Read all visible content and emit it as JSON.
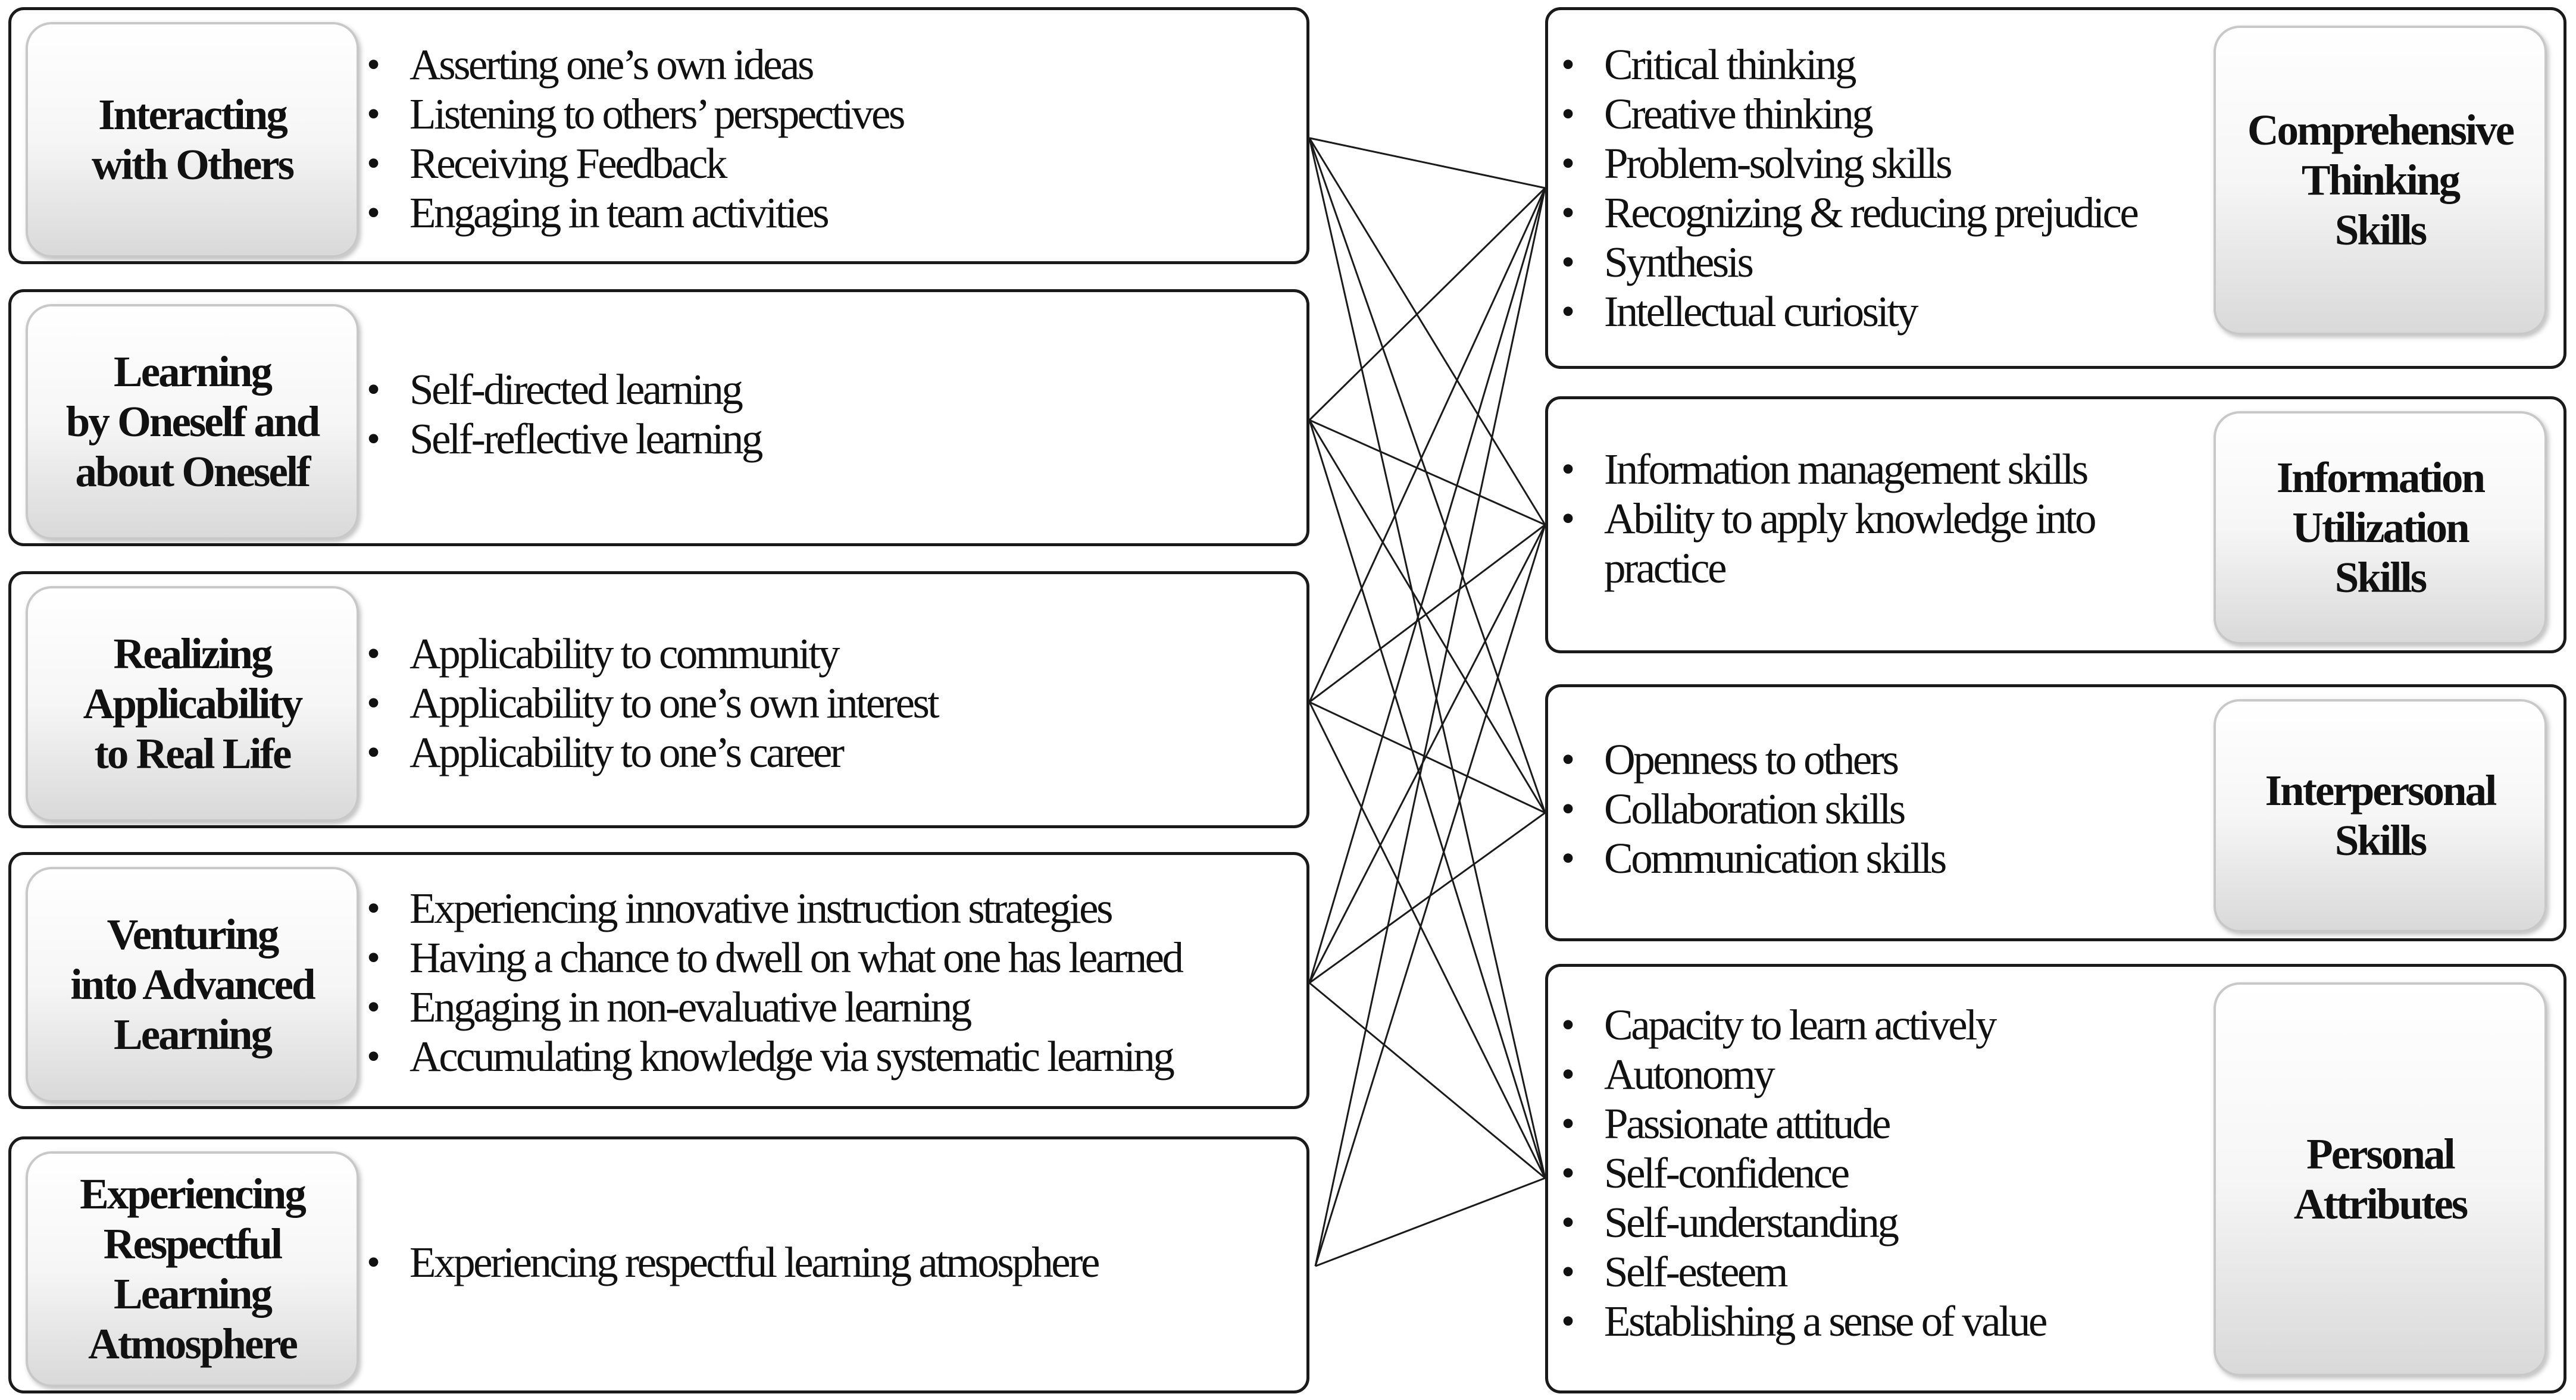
{
  "left": [
    {
      "category": "Interacting\nwith Others",
      "items": [
        "Asserting one’s own ideas",
        "Listening to others’ perspectives",
        "Receiving Feedback",
        "Engaging in team activities"
      ]
    },
    {
      "category": "Learning\nby Oneself and\nabout Oneself",
      "items": [
        "Self-directed learning",
        "Self-reflective learning"
      ]
    },
    {
      "category": "Realizing\nApplicability\nto Real Life",
      "items": [
        "Applicability to community",
        "Applicability to one’s own interest",
        "Applicability to one’s career"
      ]
    },
    {
      "category": "Venturing\ninto Advanced\nLearning",
      "items": [
        "Experiencing innovative instruction strategies",
        "Having a chance to dwell on what one has learned",
        "Engaging in non-evaluative learning",
        "Accumulating knowledge via systematic learning"
      ]
    },
    {
      "category": "Experiencing\nRespectful\nLearning\nAtmosphere",
      "items": [
        "Experiencing respectful learning atmosphere"
      ]
    }
  ],
  "right": [
    {
      "category": "Comprehensive\nThinking\nSkills",
      "items": [
        "Critical thinking",
        "Creative thinking",
        "Problem-solving skills",
        "Recognizing & reducing prejudice",
        "Synthesis",
        "Intellectual curiosity"
      ]
    },
    {
      "category": "Information\nUtilization\nSkills",
      "items": [
        "Information management skills",
        "Ability to apply knowledge into practice"
      ]
    },
    {
      "category": "Interpersonal\nSkills",
      "items": [
        "Openness to others",
        "Collaboration skills",
        "Communication skills"
      ]
    },
    {
      "category": "Personal\nAttributes",
      "items": [
        "Capacity to learn actively",
        "Autonomy",
        "Passionate attitude",
        "Self-confidence",
        "Self-understanding",
        "Self-esteem",
        "Establishing a sense of value"
      ]
    }
  ],
  "links": [
    [
      0,
      0
    ],
    [
      0,
      1
    ],
    [
      0,
      2
    ],
    [
      0,
      3
    ],
    [
      1,
      0
    ],
    [
      1,
      1
    ],
    [
      1,
      2
    ],
    [
      1,
      3
    ],
    [
      2,
      0
    ],
    [
      2,
      1
    ],
    [
      2,
      2
    ],
    [
      2,
      3
    ],
    [
      3,
      0
    ],
    [
      3,
      1
    ],
    [
      3,
      2
    ],
    [
      3,
      3
    ],
    [
      4,
      0
    ],
    [
      4,
      1
    ],
    [
      4,
      3
    ]
  ]
}
